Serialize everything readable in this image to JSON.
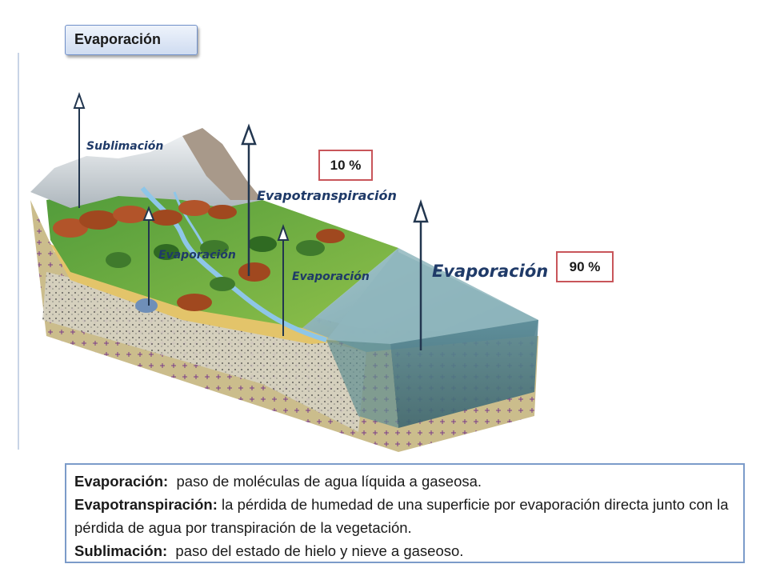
{
  "title": "Evaporación",
  "percentages": {
    "left": "10 %",
    "right": "90 %"
  },
  "diagram_labels": {
    "sublimation": "Sublimación",
    "evapotranspiration": "Evapotranspiración",
    "evaporation_land_1": "Evaporación",
    "evaporation_land_2": "Evaporación",
    "evaporation_ocean": "Evaporación"
  },
  "legend": [
    {
      "term": "Evaporación:",
      "text": "  paso de moléculas de agua líquida a gaseosa."
    },
    {
      "term": "Evapotranspiración:",
      "text": " la pérdida de humedad de una superficie por evaporación directa junto con la pérdida de agua por transpiración de la vegetación."
    },
    {
      "term": "Sublimación:",
      "text": "  paso del estado de hielo y nieve a gaseoso."
    }
  ],
  "colors": {
    "ocean": "#7aa7b3",
    "land": "#5fa044",
    "soil": "#c9b98a",
    "label": "#1f3a68",
    "pct_border": "#c8555a"
  }
}
